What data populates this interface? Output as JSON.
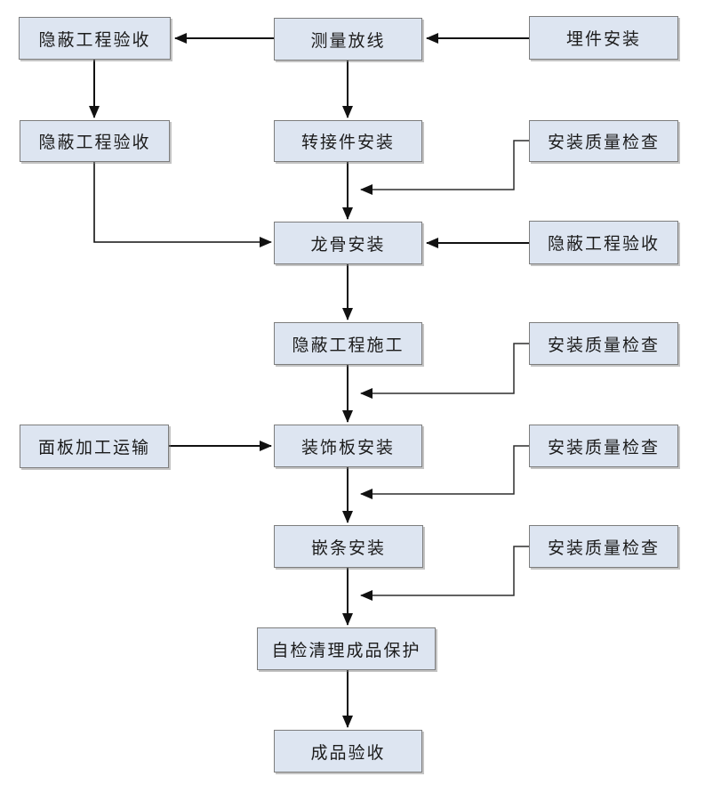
{
  "diagram": {
    "type": "flowchart",
    "colors": {
      "node_fill": "#dde5f1",
      "node_border": "#7d7d7d",
      "line": "#111111",
      "text": "#1c1c1c",
      "background": "#ffffff"
    },
    "nodes": {
      "hidden_acceptance_1": {
        "label": "隐蔽工程验收"
      },
      "measure_layout": {
        "label": "测量放线"
      },
      "embed_parts": {
        "label": "埋件安装"
      },
      "hidden_acceptance_2": {
        "label": "隐蔽工程验收"
      },
      "adapter_install": {
        "label": "转接件安装"
      },
      "quality_check_1": {
        "label": "安装质量检查"
      },
      "keel_install": {
        "label": "龙骨安装"
      },
      "hidden_acceptance_3": {
        "label": "隐蔽工程验收"
      },
      "hidden_works": {
        "label": "隐蔽工程施工"
      },
      "quality_check_2": {
        "label": "安装质量检查"
      },
      "panel_transport": {
        "label": "面板加工运输"
      },
      "panel_install": {
        "label": "装饰板安装"
      },
      "quality_check_3": {
        "label": "安装质量检查"
      },
      "trim_install": {
        "label": "嵌条安装"
      },
      "quality_check_4": {
        "label": "安装质量检查"
      },
      "self_check_protect": {
        "label": "自检清理成品保护"
      },
      "final_acceptance": {
        "label": "成品验收"
      }
    },
    "edges": [
      {
        "from": "embed_parts",
        "to": "measure_layout",
        "style": "straight-left"
      },
      {
        "from": "measure_layout",
        "to": "hidden_acceptance_1",
        "style": "straight-left"
      },
      {
        "from": "hidden_acceptance_1",
        "to": "hidden_acceptance_2",
        "style": "straight-down"
      },
      {
        "from": "measure_layout",
        "to": "adapter_install",
        "style": "straight-down"
      },
      {
        "from": "adapter_install",
        "to": "keel_install",
        "style": "straight-down"
      },
      {
        "from": "quality_check_1",
        "to": "adapter_install→keel_install",
        "style": "elbow-into-flow"
      },
      {
        "from": "hidden_acceptance_2",
        "to": "keel_install",
        "style": "elbow-right"
      },
      {
        "from": "hidden_acceptance_3",
        "to": "keel_install",
        "style": "straight-left"
      },
      {
        "from": "keel_install",
        "to": "hidden_works",
        "style": "straight-down"
      },
      {
        "from": "hidden_works",
        "to": "panel_install",
        "style": "straight-down"
      },
      {
        "from": "quality_check_2",
        "to": "hidden_works→panel_install",
        "style": "elbow-into-flow"
      },
      {
        "from": "panel_transport",
        "to": "panel_install",
        "style": "straight-right"
      },
      {
        "from": "panel_install",
        "to": "trim_install",
        "style": "straight-down"
      },
      {
        "from": "quality_check_3",
        "to": "panel_install→trim_install",
        "style": "elbow-into-flow"
      },
      {
        "from": "trim_install",
        "to": "self_check_protect",
        "style": "straight-down"
      },
      {
        "from": "quality_check_4",
        "to": "trim_install→self_check_protect",
        "style": "elbow-into-flow"
      },
      {
        "from": "self_check_protect",
        "to": "final_acceptance",
        "style": "straight-down"
      }
    ]
  }
}
